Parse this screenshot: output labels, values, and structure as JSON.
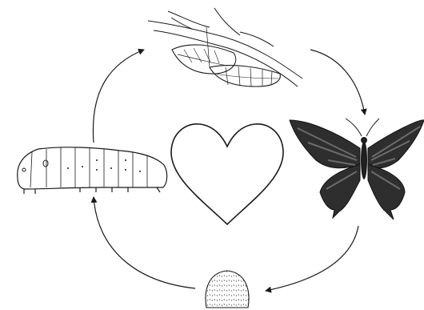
{
  "diagram": {
    "type": "life-cycle",
    "stages": [
      {
        "name": "pupa",
        "icon": "chrysalis-icon"
      },
      {
        "name": "adult",
        "icon": "butterfly-icon"
      },
      {
        "name": "egg",
        "icon": "egg-icon"
      },
      {
        "name": "larva",
        "icon": "caterpillar-icon"
      }
    ],
    "center_icon": "heart-icon",
    "arrow_direction": "clockwise",
    "colors": {
      "background": "#ffffff",
      "line": "#1a1a1a",
      "butterfly_wing": "#2e2e2e",
      "butterfly_stripe": "#6b6b6b"
    }
  }
}
